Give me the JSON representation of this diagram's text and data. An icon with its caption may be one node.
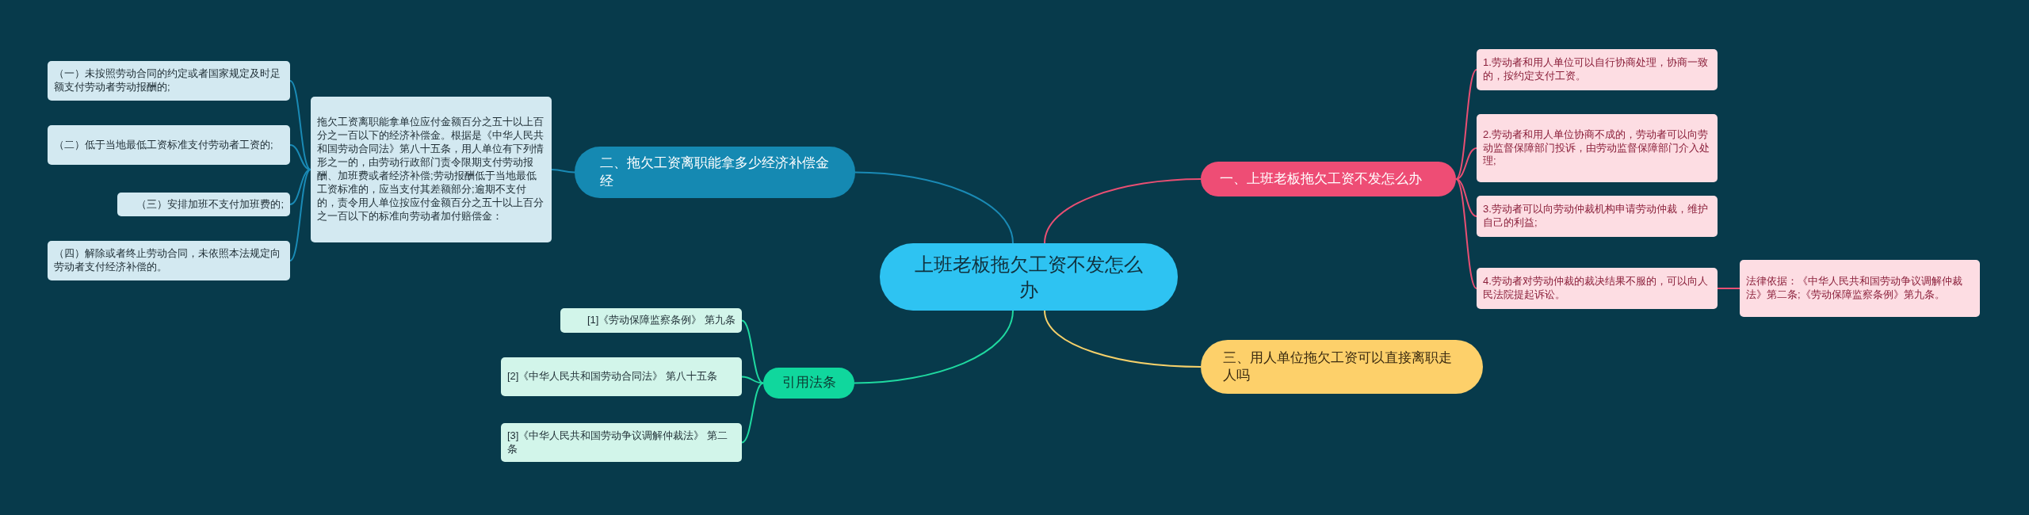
{
  "diagram": {
    "nodes": [
      {
        "text": [
          "上班老板拖欠工资不发怎么办"
        ]
      },
      {
        "text": [
          "一、上班老板拖欠工资不发怎么办"
        ]
      },
      {
        "text": [
          "1.劳动者和用人单位可以自行协商处理，协商一致的，按约定支付工资。"
        ]
      },
      {
        "text": [
          "2.劳动者和用人单位协商不成的，劳动者可以向劳动监督保障部门投诉，由劳动监督保障部门介入处理;"
        ]
      },
      {
        "text": [
          "3.劳动者可以向劳动仲裁机构申请劳动仲裁，维护自己的利益;"
        ]
      },
      {
        "text": [
          "4.劳动者对劳动仲裁的裁决结果不服的，可以向人民法院提起诉讼。"
        ]
      },
      {
        "text": [
          "法律依据：《中华人民共和国劳动争议调解仲裁法》第二条;《劳动保障监察条例》第九条。"
        ]
      },
      {
        "text": [
          "三、用人单位拖欠工资可以直接离职走人吗"
        ]
      },
      {
        "text": [
          "二、拖欠工资离职能拿多少经济补偿金经"
        ]
      },
      {
        "text": [
          "拖欠工资离职能拿单位应付金额百分之五十以上百分之一百以下的经济补偿金。根据是《中华人民共和国劳动合同法》第八十五条，用人单位有下列情形之一的，由劳动行政部门责令限期支付劳动报酬、加班费或者经济补偿;劳动报酬低于当地最低工资标准的，应当支付其差额部分;逾期不支付的，责令用人单位按应付金额百分之五十以上百分之一百以下的标准向劳动者加付赔偿金："
        ]
      },
      {
        "text": [
          "（一）未按照劳动合同的约定或者国家规定及时足额支付劳动者劳动报酬的;"
        ]
      },
      {
        "text": [
          "（二）低于当地最低工资标准支付劳动者工资的;"
        ]
      },
      {
        "text": [
          "（三）安排加班不支付加班费的;"
        ]
      },
      {
        "text": [
          "（四）解除或者终止劳动合同，未依照本法规定向劳动者支付经济补偿的。"
        ]
      },
      {
        "text": [
          "引用法条"
        ]
      },
      {
        "text": [
          "[1]《劳动保障监察条例》 第九条"
        ]
      },
      {
        "text": [
          "[2]《中华人民共和国劳动合同法》 第八十五条"
        ]
      },
      {
        "text": [
          "[3]《中华人民共和国劳动争议调解仲裁法》 第二条"
        ]
      }
    ],
    "edges": [
      {
        "from": 0,
        "to": 1,
        "arrow": "none",
        "color": "#e94f73"
      },
      {
        "from": 1,
        "to": 2,
        "arrow": "none",
        "color": "#e94f73"
      },
      {
        "from": 1,
        "to": 3,
        "arrow": "none",
        "color": "#e94f73"
      },
      {
        "from": 1,
        "to": 4,
        "arrow": "none",
        "color": "#e94f73"
      },
      {
        "from": 1,
        "to": 5,
        "arrow": "none",
        "color": "#e94f73"
      },
      {
        "from": 5,
        "to": 6,
        "arrow": "none",
        "color": "#e94f73"
      },
      {
        "from": 0,
        "to": 7,
        "arrow": "none",
        "color": "#f5d06a"
      },
      {
        "from": 0,
        "to": 8,
        "arrow": "none",
        "color": "#1a8ab5"
      },
      {
        "from": 8,
        "to": 9,
        "arrow": "none",
        "color": "#1a8ab5"
      },
      {
        "from": 9,
        "to": 10,
        "arrow": "none",
        "color": "#1a8ab5"
      },
      {
        "from": 9,
        "to": 11,
        "arrow": "none",
        "color": "#1a8ab5"
      },
      {
        "from": 9,
        "to": 12,
        "arrow": "none",
        "color": "#1a8ab5"
      },
      {
        "from": 9,
        "to": 13,
        "arrow": "none",
        "color": "#1a8ab5"
      },
      {
        "from": 0,
        "to": 14,
        "arrow": "none",
        "color": "#1fd9a0"
      },
      {
        "from": 14,
        "to": 15,
        "arrow": "none",
        "color": "#1fd9a0"
      },
      {
        "from": 14,
        "to": 16,
        "arrow": "none",
        "color": "#1fd9a0"
      },
      {
        "from": 14,
        "to": 17,
        "arrow": "none",
        "color": "#1fd9a0"
      }
    ]
  }
}
